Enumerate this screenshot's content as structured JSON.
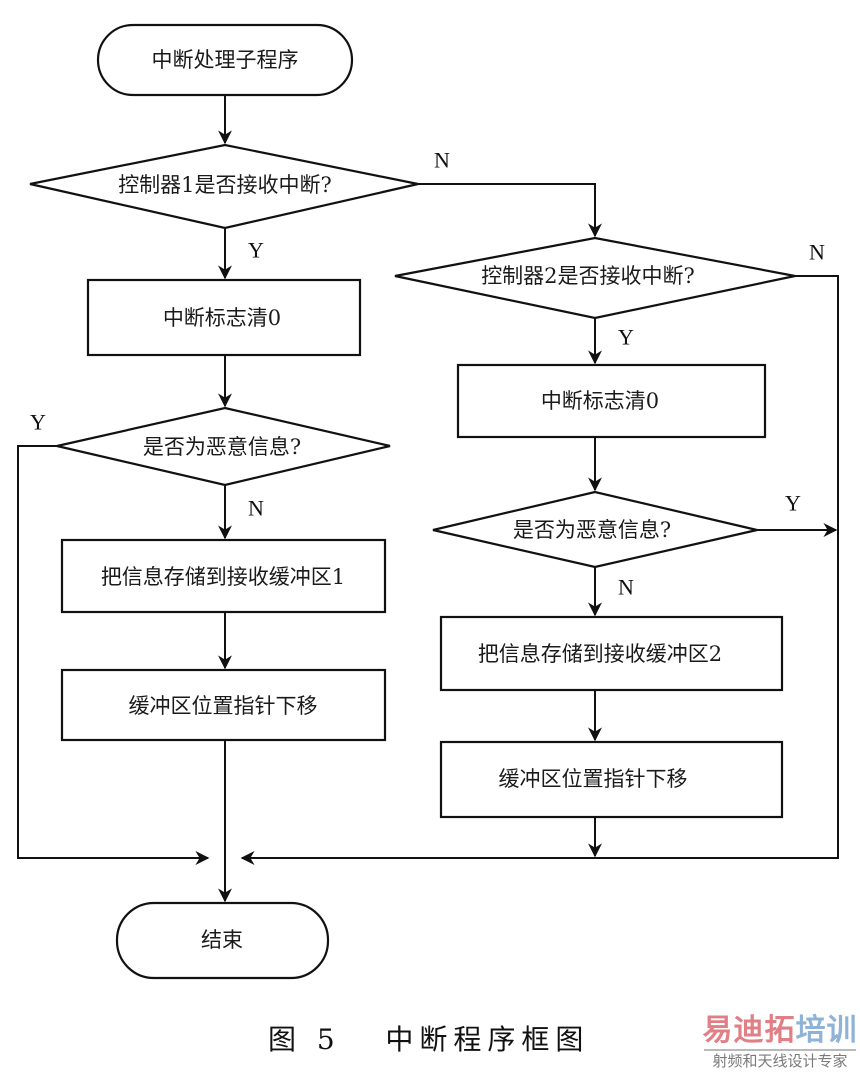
{
  "diagram": {
    "type": "flowchart",
    "colors": {
      "line": "#111111",
      "background": "#ffffff",
      "watermark_red": "#e07f86",
      "watermark_blue": "#8fb3d6",
      "watermark_gray": "#7a7a7a"
    },
    "nodes": {
      "start": {
        "kind": "terminal",
        "text": "中断处理子程序"
      },
      "decision_ctrl1": {
        "kind": "decision",
        "text": "控制器1是否接收中断?"
      },
      "clear_flag_1": {
        "kind": "process",
        "text": "中断标志清0"
      },
      "decision_malicious_1": {
        "kind": "decision",
        "text": "是否为恶意信息?"
      },
      "store_buffer_1": {
        "kind": "process",
        "text": "把信息存储到接收缓冲区1"
      },
      "pointer_down_1": {
        "kind": "process",
        "text": "缓冲区位置指针下移"
      },
      "decision_ctrl2": {
        "kind": "decision",
        "text": "控制器2是否接收中断?"
      },
      "clear_flag_2": {
        "kind": "process",
        "text": "中断标志清0"
      },
      "decision_malicious_2": {
        "kind": "decision",
        "text": "是否为恶意信息?"
      },
      "store_buffer_2": {
        "kind": "process",
        "text": "把信息存储到接收缓冲区2"
      },
      "pointer_down_2": {
        "kind": "process",
        "text": "缓冲区位置指针下移"
      },
      "end": {
        "kind": "terminal",
        "text": "结束"
      }
    },
    "edge_labels": {
      "ctrl1_yes": "Y",
      "ctrl1_no": "N",
      "ctrl2_yes": "Y",
      "ctrl2_no": "N",
      "malicious1_yes": "Y",
      "malicious1_no": "N",
      "malicious2_yes": "Y",
      "malicious2_no": "N"
    },
    "edges": [
      {
        "from": "start",
        "to": "decision_ctrl1",
        "label": ""
      },
      {
        "from": "decision_ctrl1",
        "to": "clear_flag_1",
        "label": "Y"
      },
      {
        "from": "decision_ctrl1",
        "to": "decision_ctrl2",
        "label": "N"
      },
      {
        "from": "clear_flag_1",
        "to": "decision_malicious_1",
        "label": ""
      },
      {
        "from": "decision_malicious_1",
        "to": "store_buffer_1",
        "label": "N"
      },
      {
        "from": "decision_malicious_1",
        "to": "end",
        "label": "Y"
      },
      {
        "from": "store_buffer_1",
        "to": "pointer_down_1",
        "label": ""
      },
      {
        "from": "pointer_down_1",
        "to": "end",
        "label": ""
      },
      {
        "from": "decision_ctrl2",
        "to": "clear_flag_2",
        "label": "Y"
      },
      {
        "from": "decision_ctrl2",
        "to": "end",
        "label": "N"
      },
      {
        "from": "clear_flag_2",
        "to": "decision_malicious_2",
        "label": ""
      },
      {
        "from": "decision_malicious_2",
        "to": "store_buffer_2",
        "label": "N"
      },
      {
        "from": "decision_malicious_2",
        "to": "end",
        "label": "Y"
      },
      {
        "from": "store_buffer_2",
        "to": "pointer_down_2",
        "label": ""
      },
      {
        "from": "pointer_down_2",
        "to": "end",
        "label": ""
      }
    ]
  },
  "caption": {
    "figure_number": "图 5",
    "title": "中断程序框图"
  },
  "watermark": {
    "brand_part1": "易迪拓",
    "brand_part2": "培训",
    "tagline": "射频和天线设计专家"
  }
}
